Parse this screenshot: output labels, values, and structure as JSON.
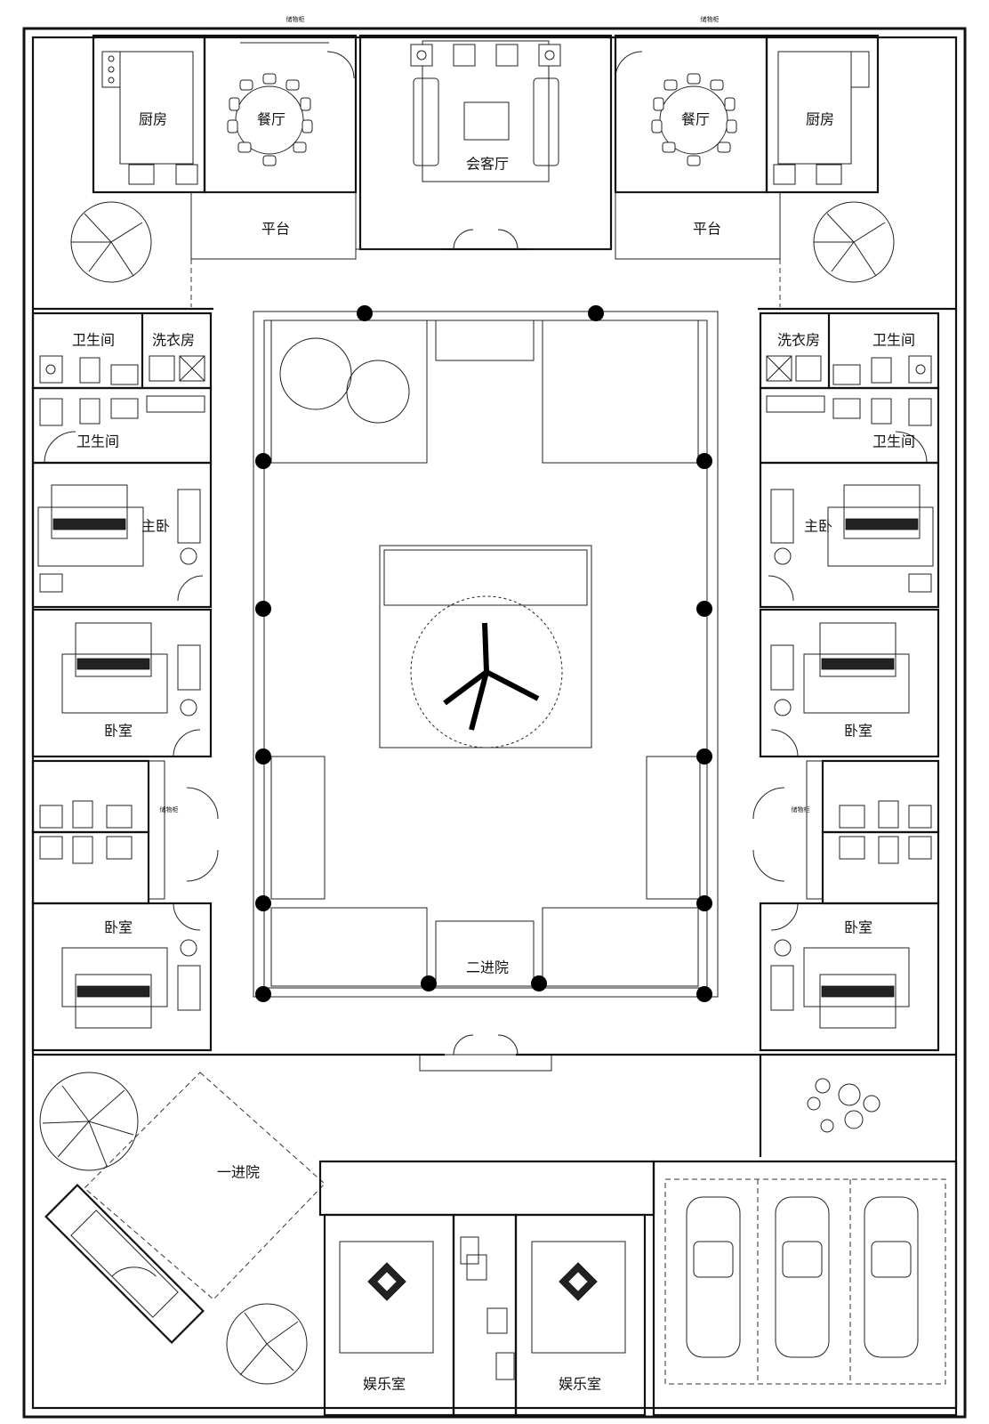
{
  "rooms": {
    "kitchen_left": "厨房",
    "dining_left": "餐厅",
    "reception": "会客厅",
    "dining_right": "餐厅",
    "kitchen_right": "厨房",
    "platform_left": "平台",
    "platform_right": "平台",
    "bath_left_top": "卫生间",
    "laundry_left": "洗衣房",
    "laundry_right": "洗衣房",
    "bath_right_top": "卫生间",
    "bath_left_2": "卫生间",
    "bath_right_2": "卫生间",
    "master_left": "主卧",
    "master_right": "主卧",
    "bedroom_left_1": "卧室",
    "bedroom_right_1": "卧室",
    "bedroom_left_2": "卧室",
    "bedroom_right_2": "卧室",
    "second_courtyard": "二进院",
    "first_courtyard": "一进院",
    "entertainment_left": "娱乐室",
    "entertainment_right": "娱乐室"
  },
  "small_labels": {
    "storage_top_left": "储物柜",
    "storage_top_right": "储物柜",
    "storage_mid_left": "储物柜",
    "storage_mid_right": "储物柜"
  }
}
